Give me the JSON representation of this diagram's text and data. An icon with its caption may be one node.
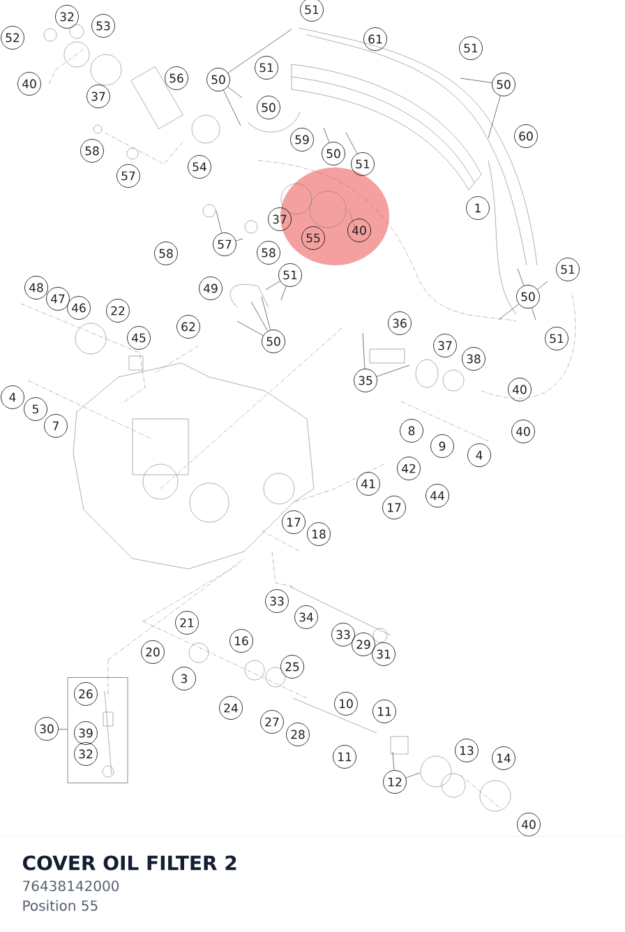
{
  "diagram": {
    "title": "COVER OIL FILTER 2",
    "nodes": [
      {
        "text": [
          "52"
        ]
      },
      {
        "text": [
          "32"
        ]
      },
      {
        "text": [
          "53"
        ]
      },
      {
        "text": [
          "40"
        ]
      },
      {
        "text": [
          "37"
        ]
      },
      {
        "text": [
          "56"
        ]
      },
      {
        "text": [
          "51"
        ]
      },
      {
        "text": [
          "61"
        ]
      },
      {
        "text": [
          "51"
        ]
      },
      {
        "text": [
          "50"
        ]
      },
      {
        "text": [
          "51"
        ]
      },
      {
        "text": [
          "50"
        ]
      },
      {
        "text": [
          "50"
        ]
      },
      {
        "text": [
          "60"
        ]
      },
      {
        "text": [
          "58"
        ]
      },
      {
        "text": [
          "59"
        ]
      },
      {
        "text": [
          "50"
        ]
      },
      {
        "text": [
          "51"
        ]
      },
      {
        "text": [
          "54"
        ]
      },
      {
        "text": [
          "57"
        ]
      },
      {
        "text": [
          "1"
        ]
      },
      {
        "text": [
          "37"
        ]
      },
      {
        "text": [
          "40"
        ]
      },
      {
        "text": [
          "55"
        ]
      },
      {
        "text": [
          "57"
        ]
      },
      {
        "text": [
          "58"
        ]
      },
      {
        "text": [
          "58"
        ]
      },
      {
        "text": [
          "51"
        ]
      },
      {
        "text": [
          "51"
        ]
      },
      {
        "text": [
          "49"
        ]
      },
      {
        "text": [
          "48"
        ]
      },
      {
        "text": [
          "47"
        ]
      },
      {
        "text": [
          "46"
        ]
      },
      {
        "text": [
          "50"
        ]
      },
      {
        "text": [
          "22"
        ]
      },
      {
        "text": [
          "45"
        ]
      },
      {
        "text": [
          "50"
        ]
      },
      {
        "text": [
          "51"
        ]
      },
      {
        "text": [
          "36"
        ]
      },
      {
        "text": [
          "62"
        ]
      },
      {
        "text": [
          "37"
        ]
      },
      {
        "text": [
          "38"
        ]
      },
      {
        "text": [
          "35"
        ]
      },
      {
        "text": [
          "40"
        ]
      },
      {
        "text": [
          "4"
        ]
      },
      {
        "text": [
          "5"
        ]
      },
      {
        "text": [
          "7"
        ]
      },
      {
        "text": [
          "8"
        ]
      },
      {
        "text": [
          "40"
        ]
      },
      {
        "text": [
          "9"
        ]
      },
      {
        "text": [
          "4"
        ]
      },
      {
        "text": [
          "42"
        ]
      },
      {
        "text": [
          "41"
        ]
      },
      {
        "text": [
          "44"
        ]
      },
      {
        "text": [
          "17"
        ]
      },
      {
        "text": [
          "17"
        ]
      },
      {
        "text": [
          "18"
        ]
      },
      {
        "text": [
          "33"
        ]
      },
      {
        "text": [
          "34"
        ]
      },
      {
        "text": [
          "21"
        ]
      },
      {
        "text": [
          "16"
        ]
      },
      {
        "text": [
          "33"
        ]
      },
      {
        "text": [
          "29"
        ]
      },
      {
        "text": [
          "20"
        ]
      },
      {
        "text": [
          "31"
        ]
      },
      {
        "text": [
          "25"
        ]
      },
      {
        "text": [
          "3"
        ]
      },
      {
        "text": [
          "10"
        ]
      },
      {
        "text": [
          "24"
        ]
      },
      {
        "text": [
          "11"
        ]
      },
      {
        "text": [
          "27"
        ]
      },
      {
        "text": [
          "28"
        ]
      },
      {
        "text": [
          "11"
        ]
      },
      {
        "text": [
          "13"
        ]
      },
      {
        "text": [
          "14"
        ]
      },
      {
        "text": [
          "12"
        ]
      },
      {
        "text": [
          "40"
        ]
      },
      {
        "text": [],
        "shape": "box"
      },
      {
        "text": [
          "30"
        ]
      },
      {
        "text": [
          "26"
        ],
        "in": 77
      },
      {
        "text": [
          "39"
        ],
        "in": 77
      },
      {
        "text": [
          "32"
        ],
        "in": 77
      }
    ],
    "edges": [
      {
        "from": 9,
        "to": null,
        "arrow": "none"
      },
      {
        "from": 9,
        "to": null,
        "arrow": "none"
      },
      {
        "from": 9,
        "to": null,
        "arrow": "none"
      },
      {
        "from": 11,
        "to": null,
        "arrow": "none"
      },
      {
        "from": 11,
        "to": null,
        "arrow": "none"
      },
      {
        "from": 16,
        "to": null,
        "arrow": "none"
      },
      {
        "from": 17,
        "to": null,
        "arrow": "none"
      },
      {
        "from": 24,
        "to": null,
        "arrow": "none"
      },
      {
        "from": 24,
        "to": null,
        "arrow": "none"
      },
      {
        "from": 27,
        "to": null,
        "arrow": "none"
      },
      {
        "from": 27,
        "to": null,
        "arrow": "none"
      },
      {
        "from": 36,
        "to": null,
        "arrow": "none"
      },
      {
        "from": 36,
        "to": null,
        "arrow": "none"
      },
      {
        "from": 36,
        "to": null,
        "arrow": "none"
      },
      {
        "from": 33,
        "to": null,
        "arrow": "none"
      },
      {
        "from": 33,
        "to": null,
        "arrow": "none"
      },
      {
        "from": 33,
        "to": null,
        "arrow": "none"
      },
      {
        "from": 33,
        "to": null,
        "arrow": "none"
      },
      {
        "from": 42,
        "to": null,
        "arrow": "none"
      },
      {
        "from": 42,
        "to": null,
        "arrow": "none"
      },
      {
        "from": 75,
        "to": null,
        "arrow": "none"
      },
      {
        "from": 75,
        "to": null,
        "arrow": "none"
      },
      {
        "from": 78,
        "to": 77,
        "arrow": "none"
      }
    ],
    "labels": [
      "76438142000",
      "Position 55"
    ]
  }
}
